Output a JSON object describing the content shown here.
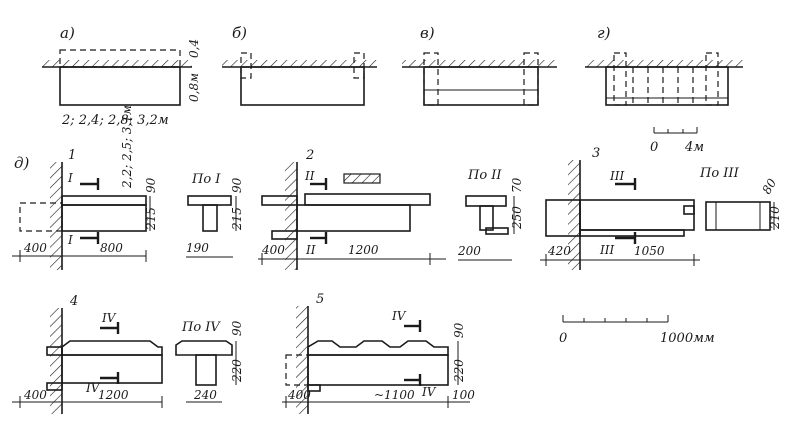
{
  "panels": {
    "a": "a)",
    "b": "б)",
    "v": "в)",
    "g": "г)",
    "d": "д)"
  },
  "scheme_labels": {
    "top": "0,4",
    "bottom": "0,8м",
    "lengths": "2; 2,4; 2,8; 3,2м",
    "scale_zero": "0",
    "scale_end": "4м"
  },
  "detail1": {
    "number": "1",
    "section": "I",
    "lengths": "2,2; 2,5; 3,1м",
    "depth_top": "90",
    "depth": "215",
    "wall": "400",
    "span": "800",
    "view_title": "По I",
    "view_height": "90",
    "view_depth": "215",
    "view_width": "190"
  },
  "detail2": {
    "number": "2",
    "section": "II",
    "wall": "400",
    "span": "1200",
    "view_title": "По II",
    "view_top": "70",
    "view_depth": "250",
    "view_width": "200"
  },
  "detail3": {
    "number": "3",
    "section": "III",
    "wall": "420",
    "span": "1050",
    "view_title": "По III",
    "view_top": "80",
    "view_depth": "210"
  },
  "detail4": {
    "number": "4",
    "section": "IV",
    "wall": "400",
    "span": "1200",
    "view_title": "По IV",
    "view_top": "90",
    "view_depth": "220",
    "view_width": "240"
  },
  "detail5": {
    "number": "5",
    "section": "IV",
    "wall": "400",
    "span": "~1100",
    "end": "100",
    "top": "90",
    "depth": "220"
  },
  "scale2": {
    "zero": "0",
    "end": "1000мм"
  }
}
